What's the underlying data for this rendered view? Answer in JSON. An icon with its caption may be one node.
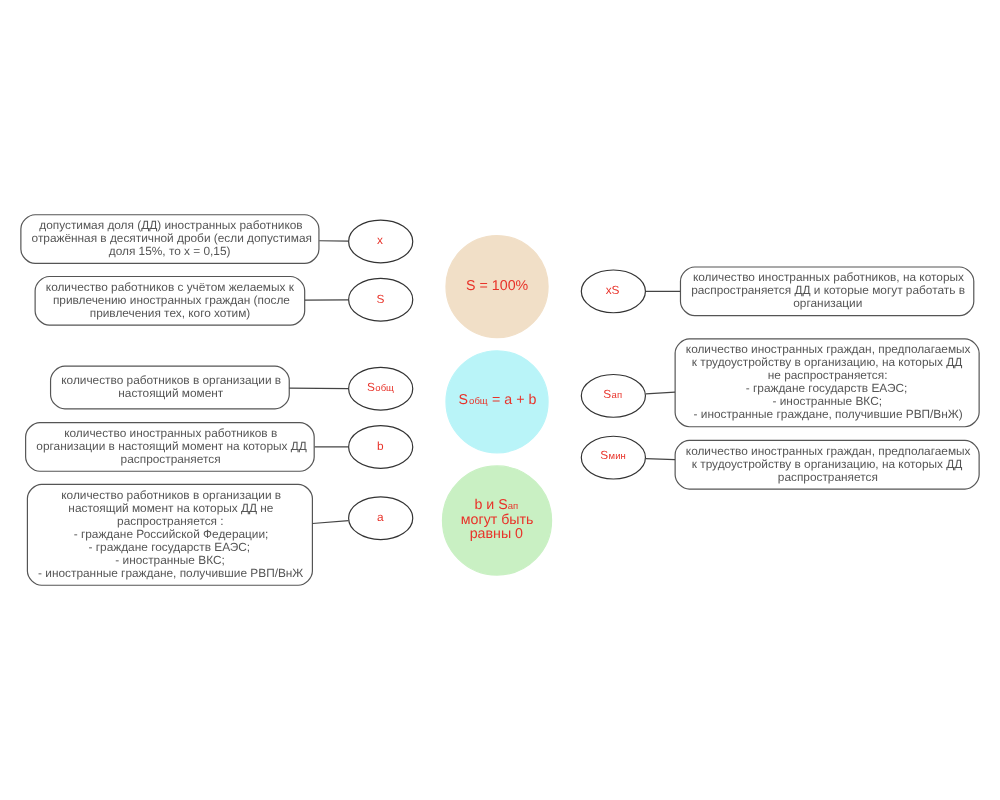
{
  "diagram": {
    "nodes": [
      {
        "text": [
          "допустимая доля (ДД) иностранных работников отражённая в десятичной дроби (если допустимая доля 15%, то x = 0,15)"
        ]
      },
      {
        "text": [
          "x"
        ]
      },
      {
        "text": [
          "количество работников с учётом желаемых к привлечению иностранных граждан (после привлечения тех, кого хотим)"
        ]
      },
      {
        "text": [
          "S"
        ]
      },
      {
        "text": [
          "количество работников в организации в настоящий момент"
        ]
      },
      {
        "text": [
          "S$_{общ}$"
        ]
      },
      {
        "text": [
          "количество иностранных работников в организации в настоящий момент на которых ДД распространяется"
        ]
      },
      {
        "text": [
          "b"
        ]
      },
      {
        "text": [
          "количество работников в организации в настоящий момент на которых ДД не распространяется : - граждане Российской Федерации; - граждане государств ЕАЭС; - иностранные ВКС; - иностранные граждане, получившие РВП/ВнЖ"
        ]
      },
      {
        "text": [
          "a"
        ]
      },
      {
        "text": [
          "S = 100%"
        ]
      },
      {
        "text": [
          "S$_{общ}$ = a + b"
        ]
      },
      {
        "text": [
          "b и S$_{ап}$ могут быть равны 0"
        ]
      },
      {
        "text": [
          "xS"
        ]
      },
      {
        "text": [
          "количество иностранных работников, на которых распространяется ДД и которые могут работать в организации"
        ]
      },
      {
        "text": [
          "S$_{ап}$"
        ]
      },
      {
        "text": [
          "количество иностранных граждан, предполагаемых к трудоустройству в организацию, на которых ДД не распространяется: - граждане государств ЕАЭС; - иностранные ВКС; - иностранные граждане, получившие РВП/ВнЖ)"
        ]
      },
      {
        "text": [
          "S$_{мин}$"
        ]
      },
      {
        "text": [
          "количество иностранных граждан, предполагаемых к трудоустройству в организацию, на которых ДД распространяется"
        ]
      }
    ],
    "edges": [
      {
        "from": 0,
        "to": 1,
        "arrow": "none"
      },
      {
        "from": 2,
        "to": 3,
        "arrow": "none"
      },
      {
        "from": 4,
        "to": 5,
        "arrow": "none"
      },
      {
        "from": 6,
        "to": 7,
        "arrow": "none"
      },
      {
        "from": 8,
        "to": 9,
        "arrow": "none"
      },
      {
        "from": 13,
        "to": 14,
        "arrow": "none"
      },
      {
        "from": 15,
        "to": 16,
        "arrow": "none"
      },
      {
        "from": 17,
        "to": 18,
        "arrow": "none"
      }
    ]
  }
}
